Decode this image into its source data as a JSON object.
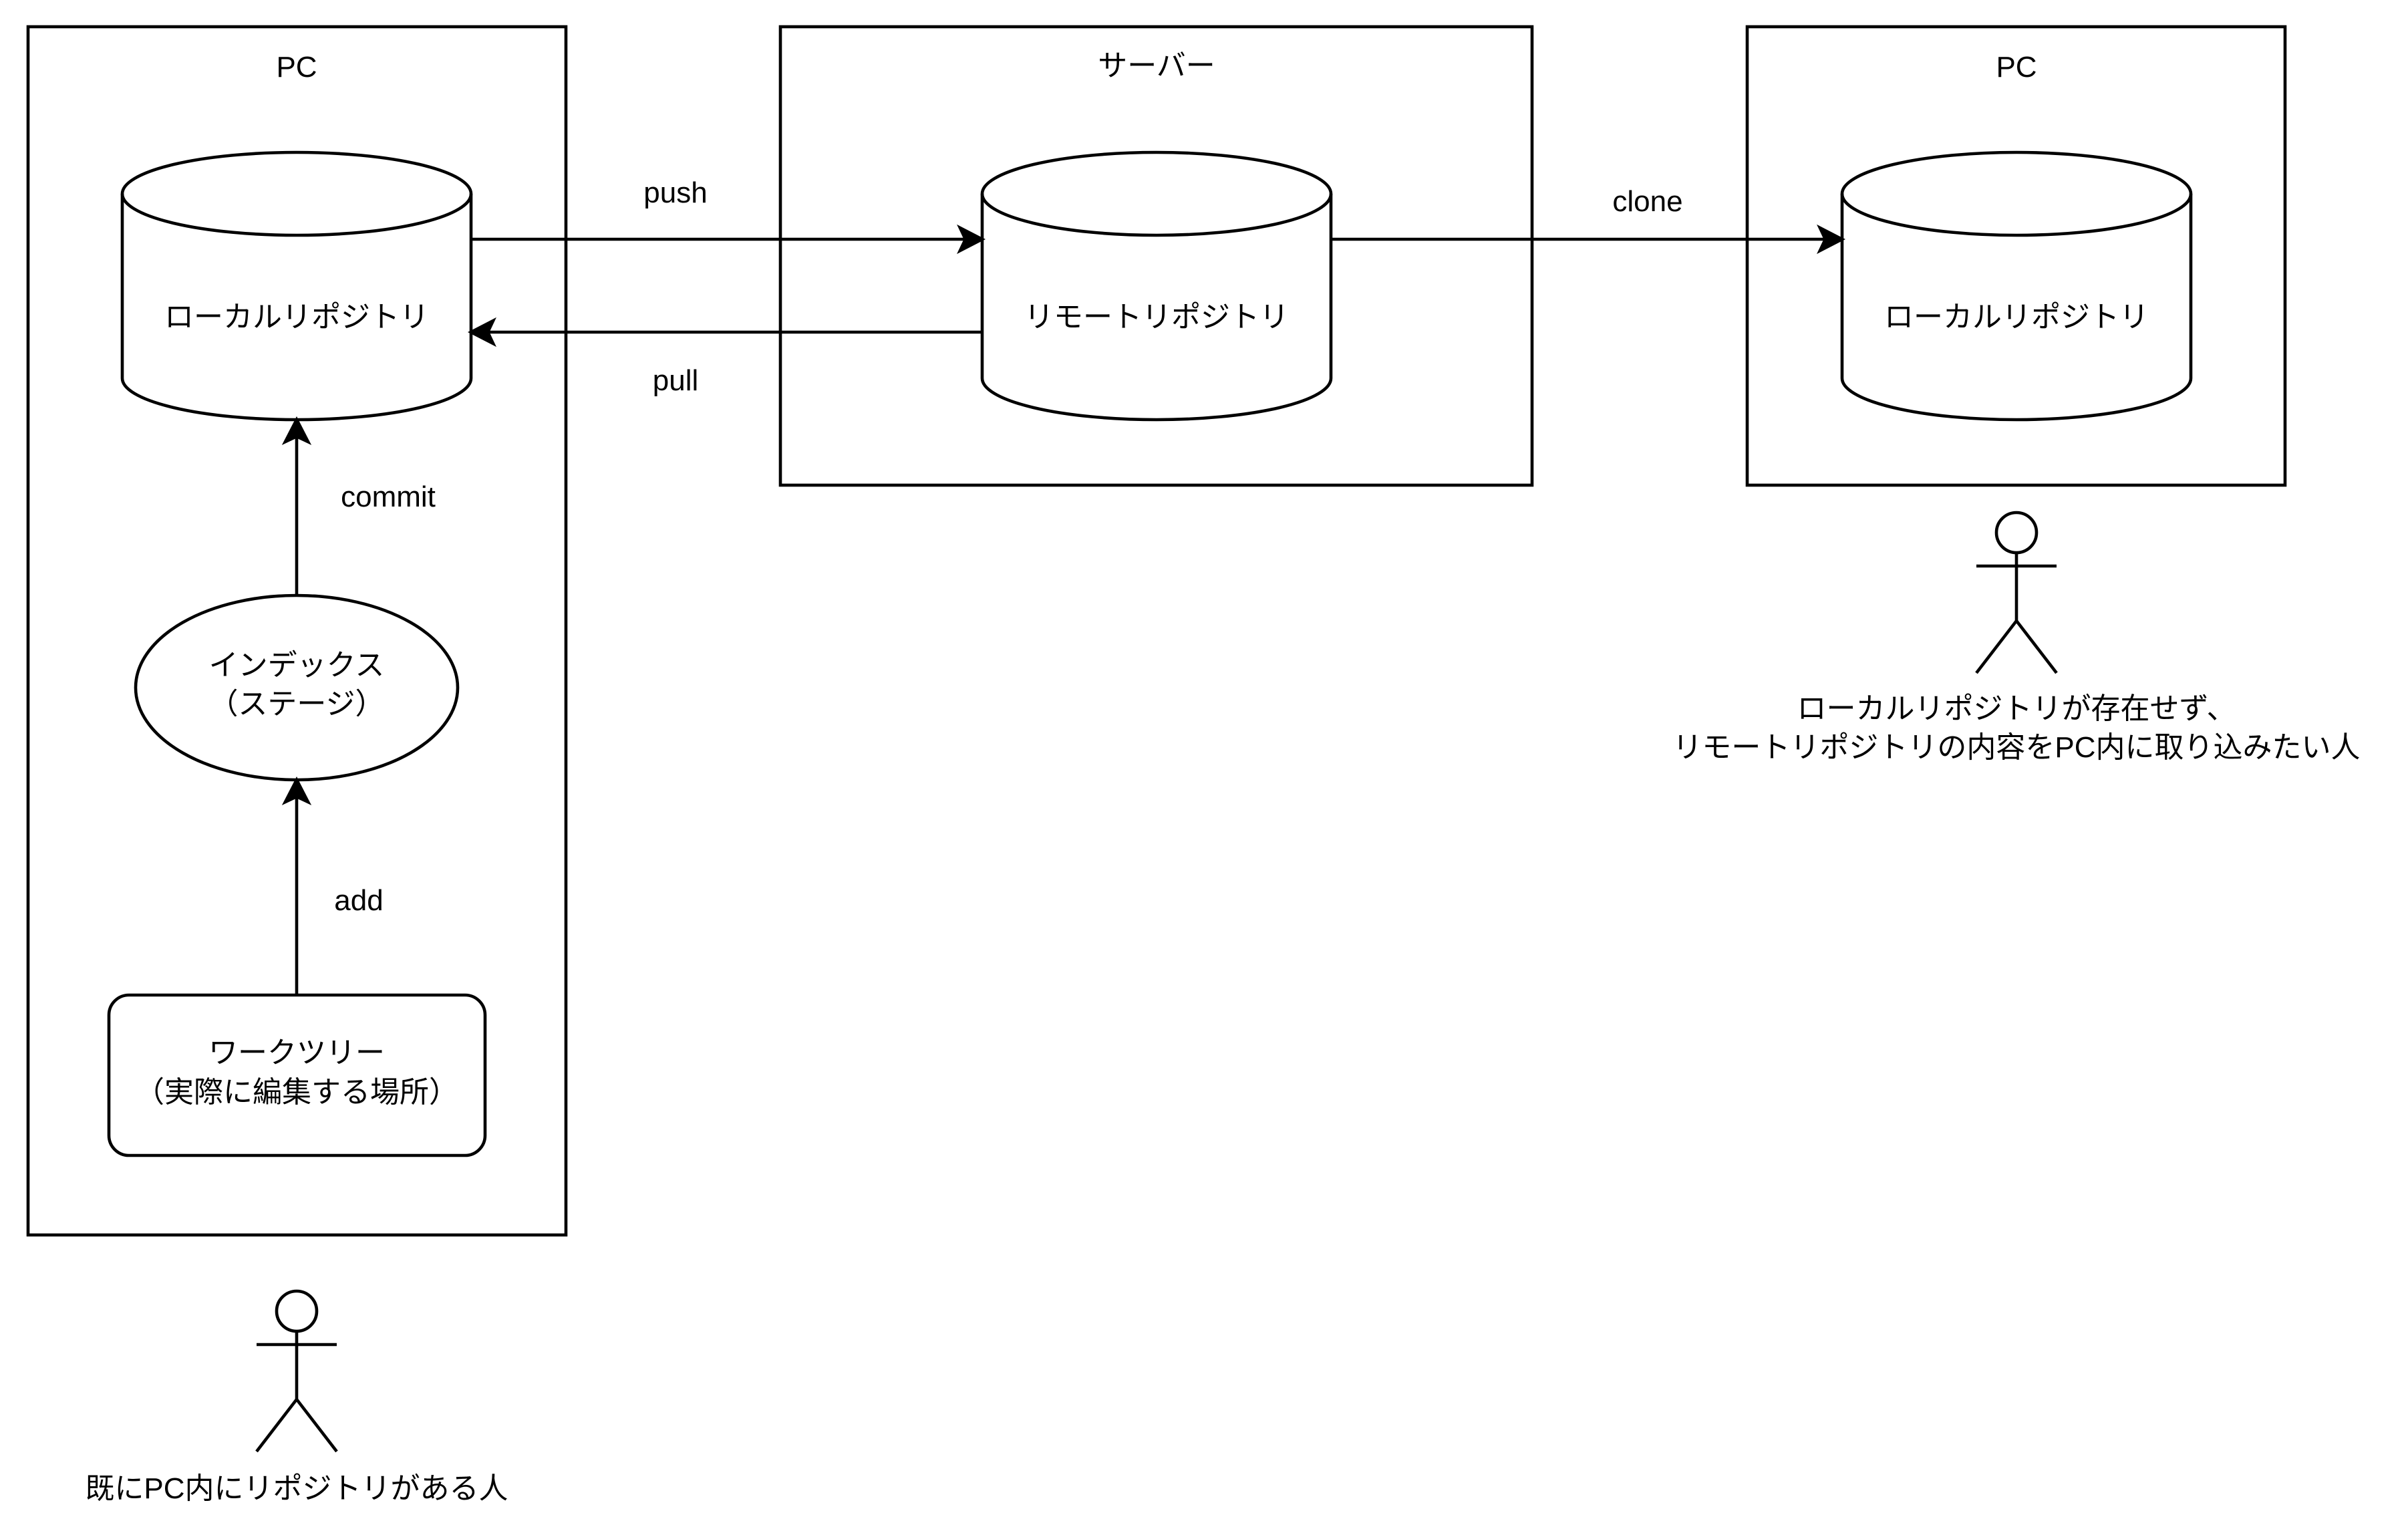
{
  "containers": {
    "left_pc": "PC",
    "server": "サーバー",
    "right_pc": "PC"
  },
  "nodes": {
    "left_local_repo": "ローカルリポジトリ",
    "remote_repo": "リモートリポジトリ",
    "right_local_repo": "ローカルリポジトリ",
    "index_line1": "インデックス",
    "index_line2": "（ステージ）",
    "worktree_line1": "ワークツリー",
    "worktree_line2": "（実際に編集する場所）"
  },
  "edges": {
    "push": "push",
    "pull": "pull",
    "clone": "clone",
    "commit": "commit",
    "add": "add"
  },
  "actors": {
    "left_label": "既にPC内にリポジトリがある人",
    "right_label_line1": "ローカルリポジトリが存在せず、",
    "right_label_line2": "リモートリポジトリの内容をPC内に取り込みたい人"
  }
}
